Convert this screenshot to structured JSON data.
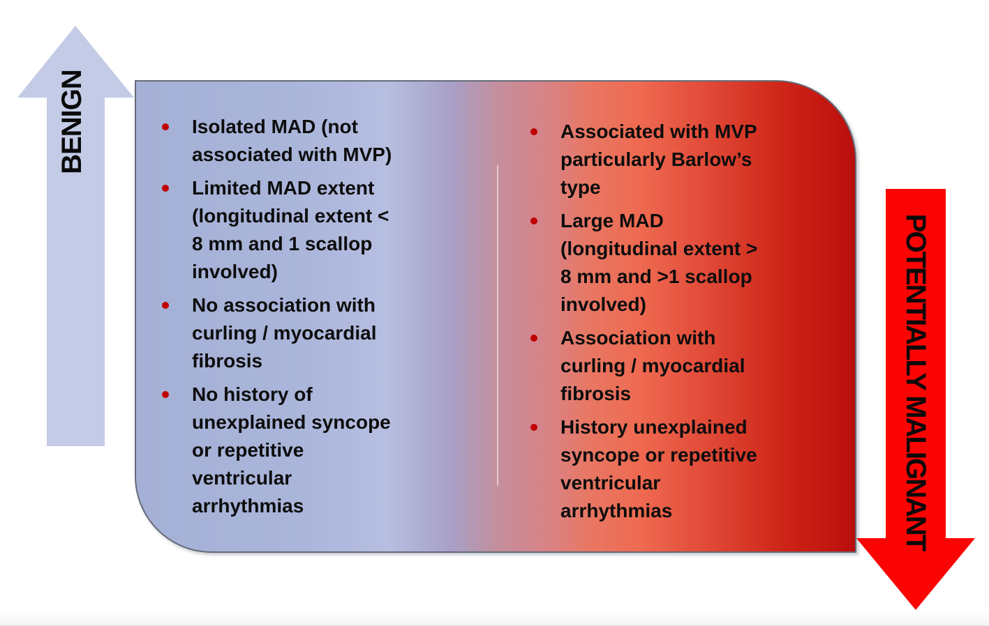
{
  "diagram": {
    "benign_arrow": {
      "label": "BENIGN",
      "fill": "#c3cbe6"
    },
    "malignant_arrow": {
      "label": "POTENTIALLY MALIGNANT",
      "fill": "#fa0404"
    },
    "panel": {
      "bullet_color": "#c00000",
      "gradient_left_color": "#a5b0d6",
      "gradient_right_color": "#ba0e0d",
      "benign_items": [
        "Isolated MAD (not\nassociated with MVP)",
        "Limited MAD extent\n(longitudinal extent <\n8 mm and 1 scallop\ninvolved)",
        "No association with\ncurling / myocardial\nfibrosis",
        "No history of\nunexplained syncope\nor repetitive\nventricular\narrhythmias"
      ],
      "malignant_items": [
        "Associated with MVP\nparticularly Barlow’s\ntype",
        "Large MAD\n(longitudinal extent >\n8 mm and >1 scallop\ninvolved)",
        "Association with\ncurling / myocardial\nfibrosis",
        "History unexplained\nsyncope or repetitive\nventricular\narrhythmias"
      ]
    }
  }
}
